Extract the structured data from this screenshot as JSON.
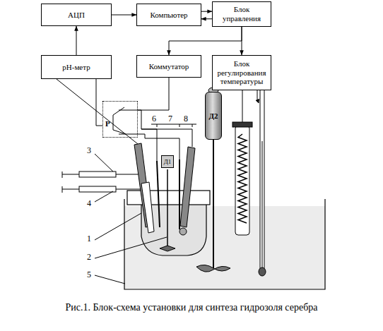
{
  "diagram": {
    "caption": "Рис.1. Блок-схема установки для синтеза гидрозоля серебра",
    "nodes": [
      {
        "text": [
          "АЦП"
        ]
      },
      {
        "text": [
          "Компьютер"
        ]
      },
      {
        "text": [
          "Блок управления"
        ]
      },
      {
        "text": [
          "рН-метр"
        ]
      },
      {
        "text": [
          "Коммутатор"
        ]
      },
      {
        "text": [
          "Блок регулирования температуры"
        ]
      },
      {
        "text": [
          "Р"
        ]
      },
      {
        "text": [
          "Д2"
        ]
      },
      {
        "text": [
          "Д1"
        ]
      }
    ],
    "edges": [
      {
        "from": 0,
        "to": 1,
        "arrow": "to"
      },
      {
        "from": 1,
        "to": 2,
        "arrow": "to"
      },
      {
        "from": 2,
        "to": 1,
        "arrow": "to"
      },
      {
        "from": 3,
        "to": 0,
        "arrow": "to"
      },
      {
        "from": 2,
        "to": 4,
        "arrow": "to"
      },
      {
        "from": 2,
        "to": 5,
        "arrow": "to"
      },
      {
        "from": 4,
        "to": 6,
        "arrow": "none"
      },
      {
        "from": 3,
        "to": 6,
        "arrow": "none"
      }
    ],
    "labels": [
      "6",
      "7",
      "8",
      "3",
      "4",
      "1",
      "2",
      "5"
    ]
  }
}
